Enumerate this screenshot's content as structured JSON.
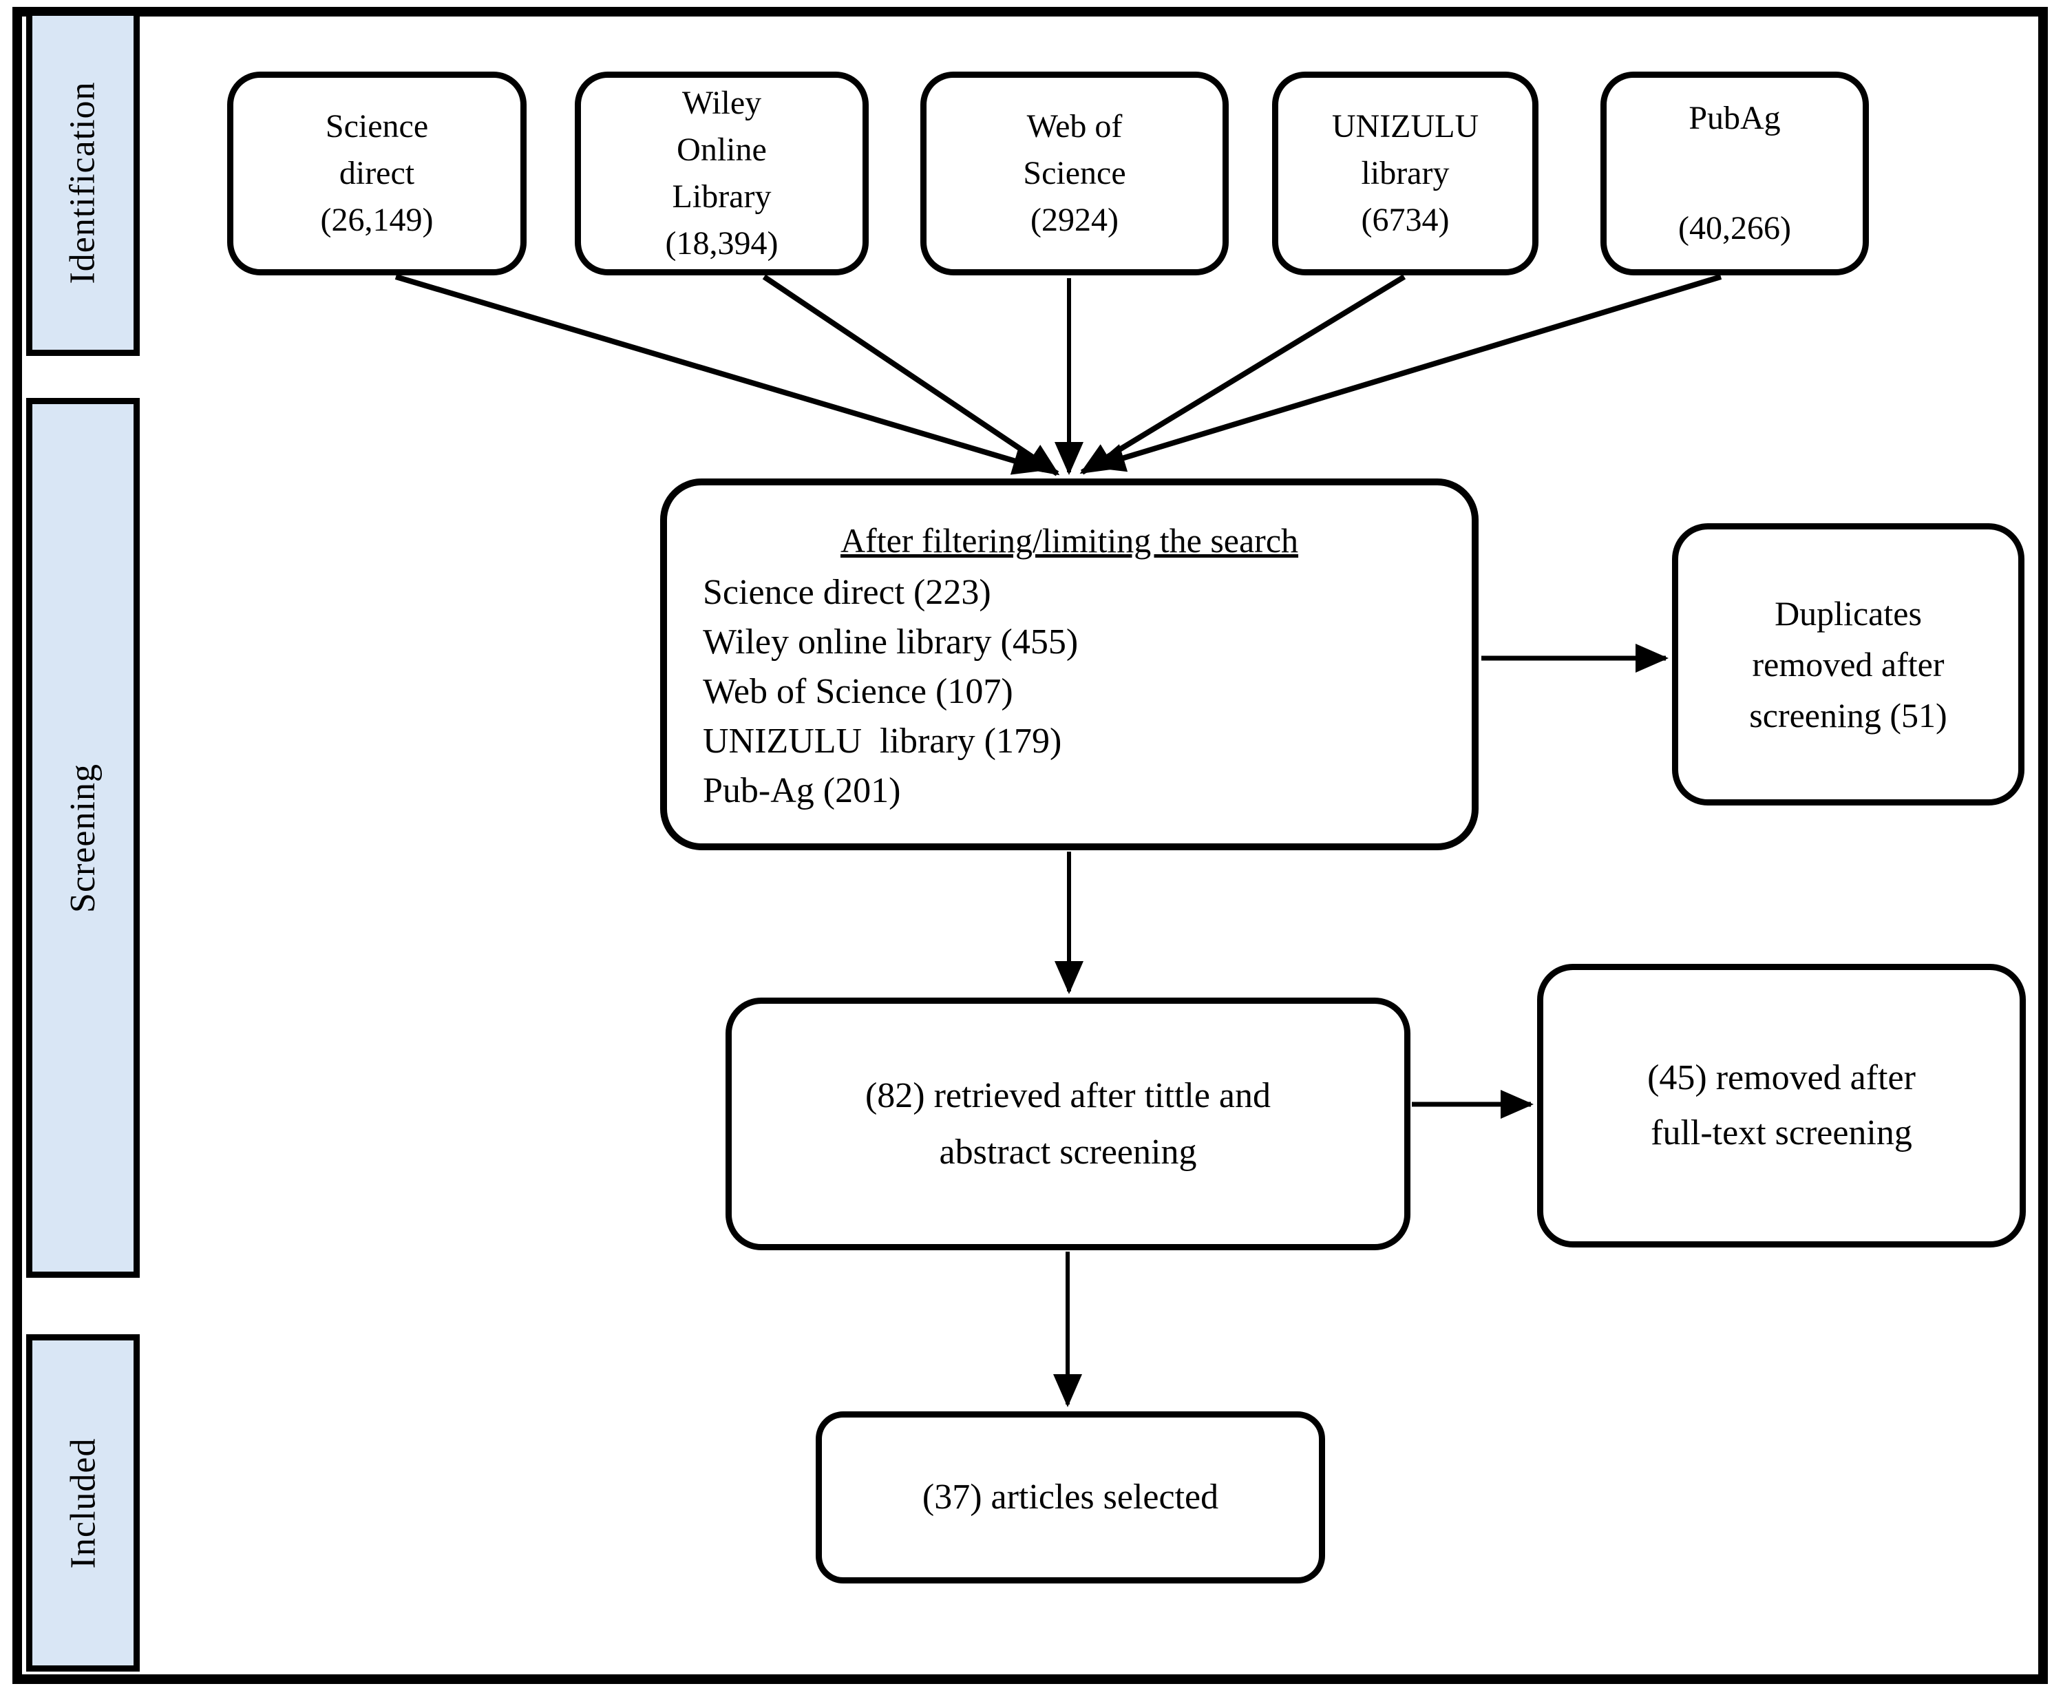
{
  "stages": {
    "identification": "Identification",
    "screening": "Screening",
    "included": "Included"
  },
  "sources": [
    {
      "name": "Science direct",
      "lines": [
        "Science",
        "direct",
        "(26,149)"
      ]
    },
    {
      "name": "Wiley Online Library",
      "lines": [
        "Wiley",
        "Online",
        "Library",
        "(18,394)"
      ]
    },
    {
      "name": "Web of Science",
      "lines": [
        "Web of",
        "Science",
        "(2924)"
      ]
    },
    {
      "name": "UNIZULU library",
      "lines": [
        "UNIZULU",
        "library",
        "(6734)"
      ]
    },
    {
      "name": "PubAg",
      "lines": [
        "PubAg",
        "(40,266)"
      ]
    }
  ],
  "filtering": {
    "title": "After filtering/limiting the search",
    "items": [
      "Science direct (223)",
      "Wiley online library (455)",
      "Web of Science (107)",
      "UNIZULU  library (179)",
      "Pub-Ag (201)"
    ]
  },
  "duplicates": {
    "lines": [
      "Duplicates",
      "removed after",
      "screening (51)"
    ]
  },
  "title_abstract": {
    "lines": [
      "(82) retrieved after tittle and",
      "abstract screening"
    ]
  },
  "fulltext": {
    "lines": [
      "(45) removed after",
      "full-text screening"
    ]
  },
  "selected": {
    "text": "(37) articles selected"
  },
  "colors": {
    "stage_fill": "#d9e6f5",
    "border": "#000000",
    "background": "#ffffff"
  }
}
